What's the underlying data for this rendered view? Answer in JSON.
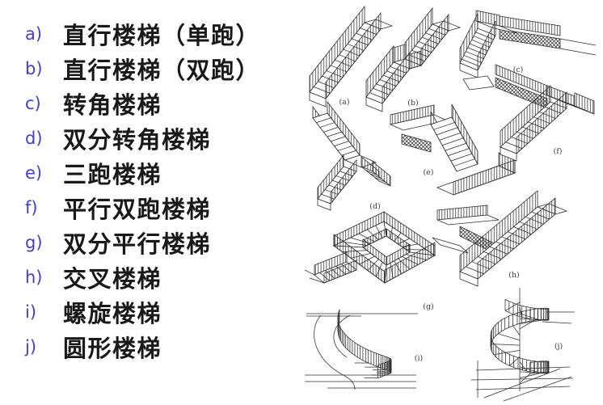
{
  "colors": {
    "background": "#ffffff",
    "list_letter_blue": "#443ec9",
    "list_text": "#191919",
    "drawing_line": "#2e2e2e"
  },
  "list": {
    "items": [
      {
        "label": "a)",
        "text": "直行楼梯（单跑）"
      },
      {
        "label": "b)",
        "text": "直行楼梯（双跑）"
      },
      {
        "label": "c)",
        "text": "转角楼梯"
      },
      {
        "label": "d)",
        "text": "双分转角楼梯"
      },
      {
        "label": "e)",
        "text": "三跑楼梯"
      },
      {
        "label": "f)",
        "text": "平行双跑楼梯"
      },
      {
        "label": "g)",
        "text": "双分平行楼梯"
      },
      {
        "label": "h)",
        "text": "交叉楼梯"
      },
      {
        "label": "i)",
        "text": "螺旋楼梯"
      },
      {
        "label": "j)",
        "text": "圆形楼梯"
      }
    ]
  },
  "figure": {
    "labels": [
      "(a)",
      "(b)",
      "(c)",
      "(d)",
      "(e)",
      "(f)",
      "(g)",
      "(h)",
      "(i)",
      "(j)"
    ]
  }
}
